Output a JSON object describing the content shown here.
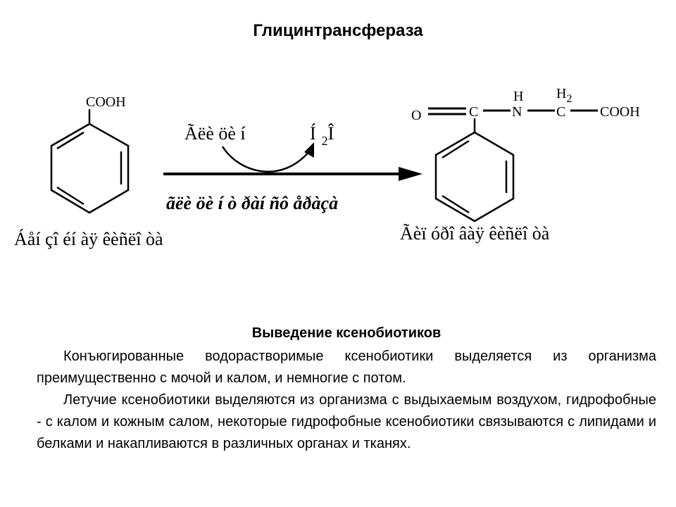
{
  "title": "Глицинтрансфераза",
  "reaction": {
    "substrate_group": "COOH",
    "substrate_name": "Áåí çî éí àÿ êèñëî òà",
    "reagent_in": "Ãëè öè í",
    "reagent_out_pre": "Í",
    "reagent_out_sub": "2",
    "reagent_out_post": "Î",
    "enzyme": "ãëè öè í ò ðàí ñô åðàçà",
    "product_atoms": {
      "o": "O",
      "c1": "C",
      "h": "H",
      "n": "N",
      "h2": "H",
      "h2_sub": "2",
      "c2": "C",
      "cooh": "COOH"
    },
    "product_name": "Ãèï óðî âàÿ êèñëî òà"
  },
  "section": {
    "heading": "Выведение ксенобиотиков",
    "paragraphs": [
      "Конъюгированные водорастворимые ксенобиотики выделяется из организма преимущественно с мочой и калом, и немногие с потом.",
      "Летучие ксенобиотики выделяются из организма с выдыхаемым воздухом, гидрофобные - с калом и кожным салом, некоторые гидрофобные ксенобиотики связываются с липидами и белками и накапливаются в различных органах и тканях."
    ]
  }
}
